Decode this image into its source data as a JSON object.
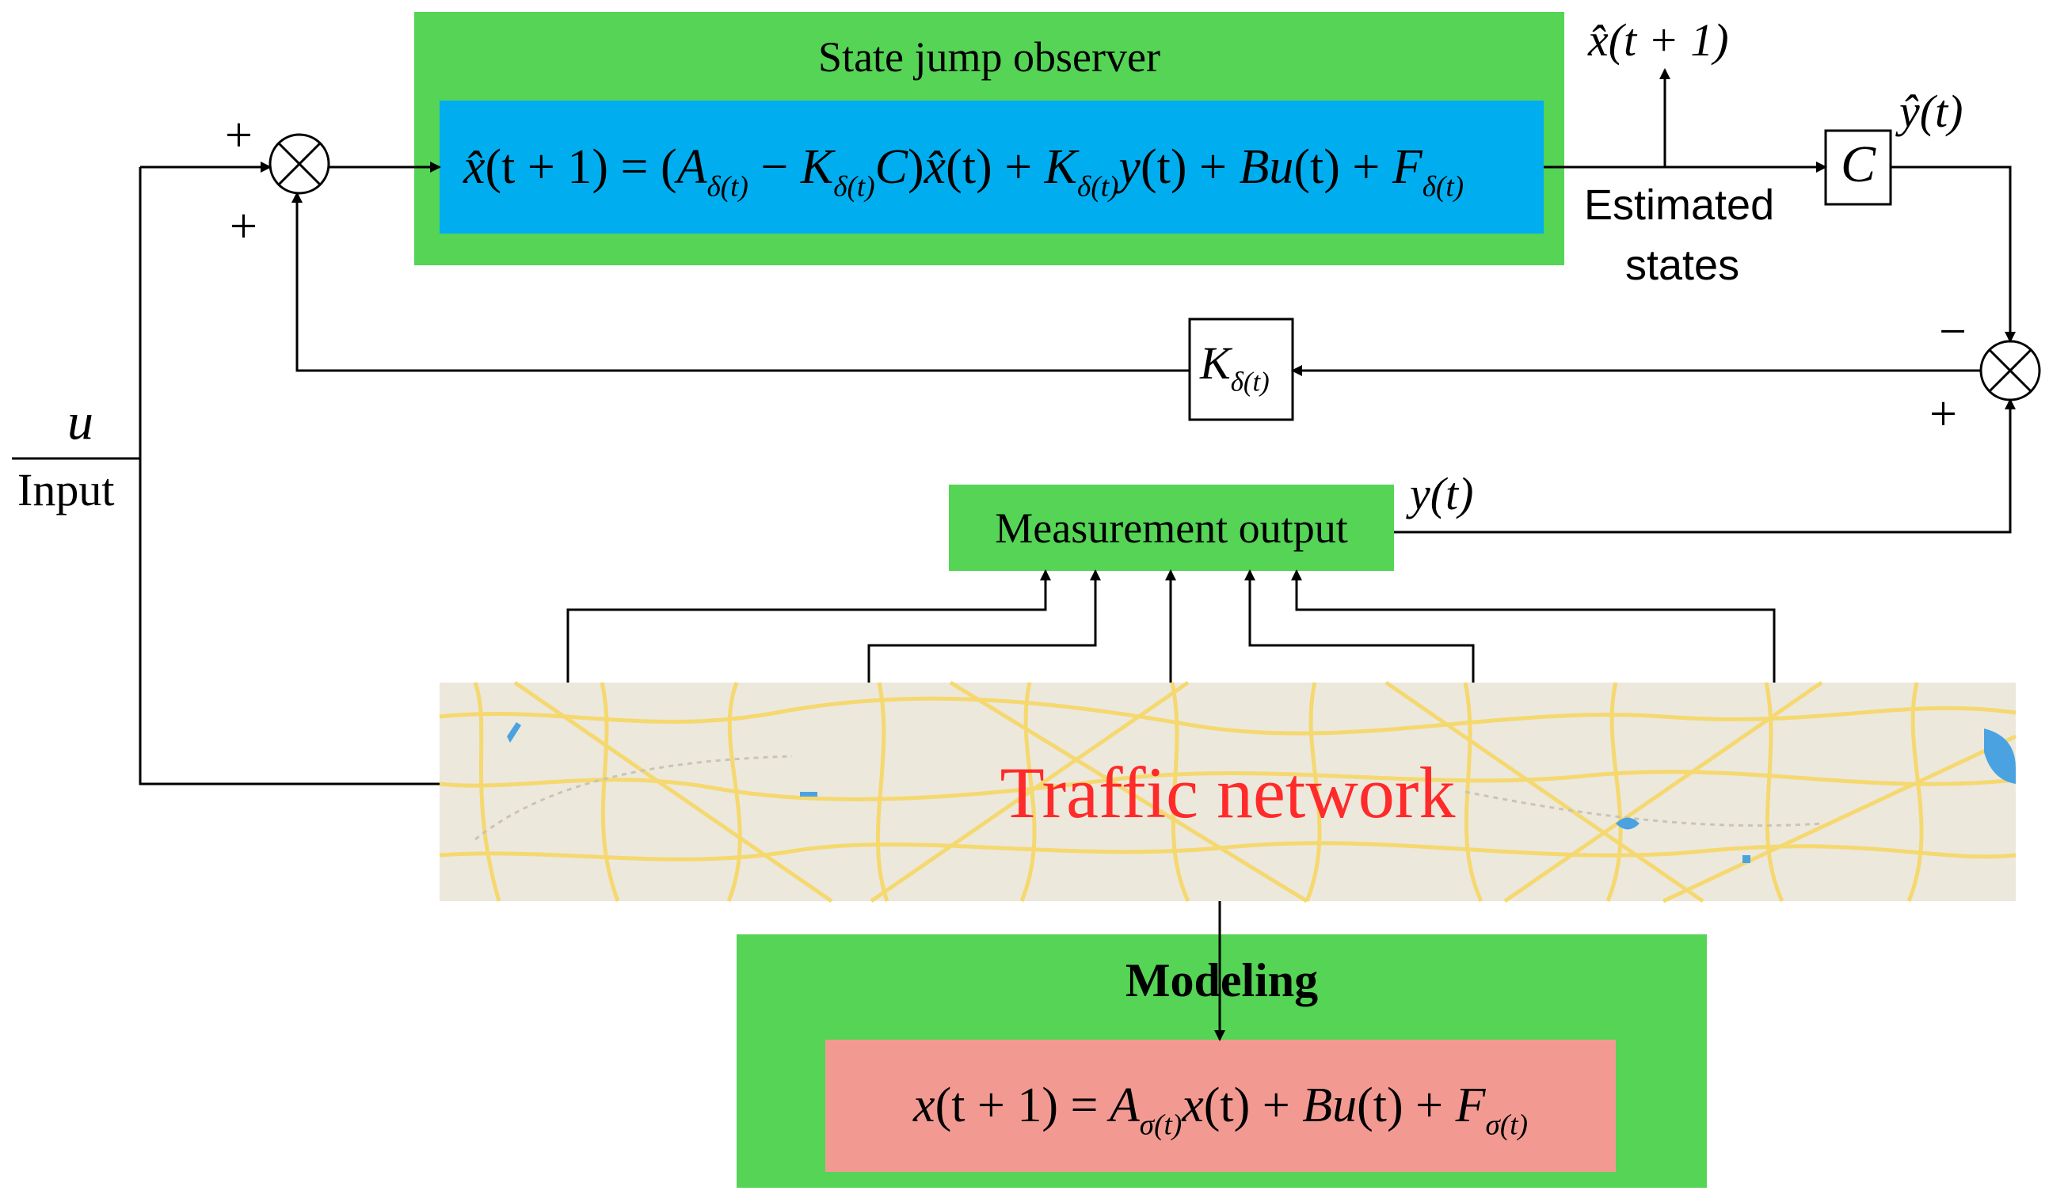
{
  "observer": {
    "title": "State jump observer",
    "equation": {
      "xhat": "x̂",
      "lhs_args": "(t + 1)",
      "eq": "=",
      "A": "A",
      "delta_t": "δ(t)",
      "minus": "−",
      "K": "K",
      "C": "C",
      "xhat_args": "(t)",
      "plus": "+",
      "y": "y",
      "t_args": "(t)",
      "B": "B",
      "u": "u",
      "F": "F"
    }
  },
  "model": {
    "title": "Modeling",
    "equation": {
      "x": "x",
      "lhs_args": "(t + 1)",
      "eq": "=",
      "A": "A",
      "sigma_t": "σ(t)",
      "plus": "+",
      "B": "B",
      "u": "u",
      "F": "F",
      "t_args": "(t)"
    }
  },
  "measurement": {
    "label": "Measurement output"
  },
  "network": {
    "label": "Traffic network"
  },
  "signals": {
    "xhat_next": "x̂(t + 1)",
    "yhat": "ŷ(t)",
    "y": "y(t)",
    "u": "u",
    "input": "Input",
    "estimated": "Estimated",
    "states": "states"
  },
  "blocks": {
    "C": "C",
    "K": "K",
    "K_sub": "δ(t)"
  },
  "sums": {
    "left_top_sign": "+",
    "left_bottom_sign": "+",
    "right_top_sign": "−",
    "right_bottom_sign": "+",
    "symbol": "⊗"
  },
  "colors": {
    "green": "#55d456",
    "blue": "#00aeef",
    "pink": "#f29a92",
    "network_text": "#ff2a2a",
    "map_bg": "#ece8dc",
    "road": "#f6d86a"
  }
}
